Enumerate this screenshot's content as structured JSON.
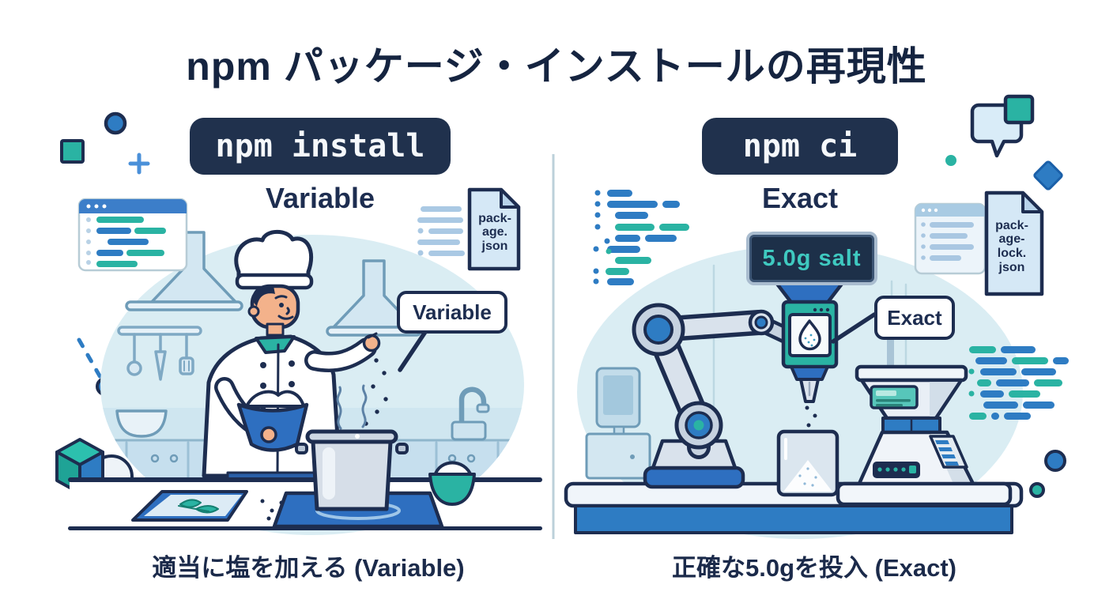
{
  "title": "npm パッケージ・インストールの再現性",
  "left_panel": {
    "command": "npm install",
    "mode_label": "Variable",
    "callout_label": "Variable",
    "file_name": "pack-\nage.\njson",
    "caption": "適当に塩を加える (Variable)"
  },
  "right_panel": {
    "command": "npm ci",
    "mode_label": "Exact",
    "callout_label": "Exact",
    "dispenser_display": "5.0g salt",
    "file_name": "pack-\nage-\nlock.\njson",
    "caption": "正確な5.0gを投入 (Exact)"
  },
  "colors": {
    "navy": "#1d2d50",
    "blue": "#2e7cc3",
    "teal": "#2ab3a3",
    "badge_bg": "#20314d",
    "display_text": "#3fc9c0",
    "scene_bg": "#daedf3"
  }
}
